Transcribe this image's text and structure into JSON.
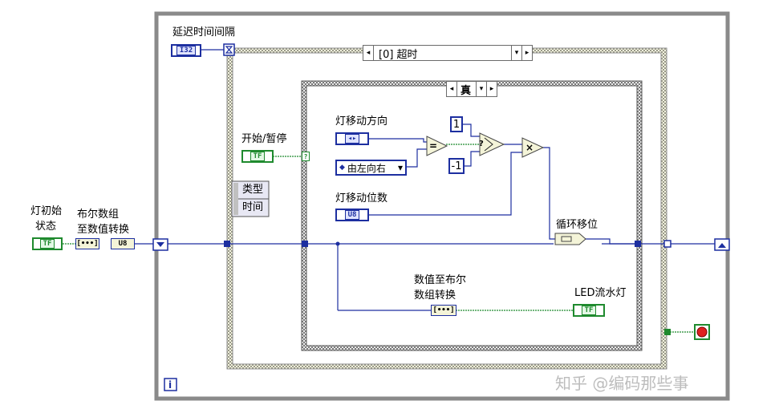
{
  "labels": {
    "delay_interval": "延迟时间间隔",
    "start_pause": "开始/暂停",
    "light_direction": "灯移动方向",
    "light_shift_count": "灯移动位数",
    "rotate_shift": "循环移位",
    "num_to_bool_line1": "数值至布尔",
    "num_to_bool_line2": "数组转换",
    "led": "LED流水灯",
    "init_state_line1": "灯初始",
    "init_state_line2": "状态",
    "bool_to_num_line1": "布尔数组",
    "bool_to_num_line2": "至数值转换",
    "event_type": "类型",
    "event_time": "时间"
  },
  "case_selectors": {
    "event_case": "[0] 超时",
    "bool_case": "真"
  },
  "controls": {
    "delay_terminal": "I32",
    "start_terminal": "TF",
    "direction_terminal": "◂▸",
    "direction_enum": "由左向右",
    "shift_terminal": "U8",
    "init_terminal": "TF",
    "led_terminal": "TF",
    "u8_convert": "U8"
  },
  "constants": {
    "one": "1",
    "minus_one": "-1"
  },
  "functions": {
    "equal_symbol": "=",
    "multiply_symbol": "×",
    "select_symbol": "?",
    "question_terminal": "?"
  },
  "icons": {
    "timeout": "hourglass-icon",
    "info": "i",
    "stop": "stop-button-icon"
  },
  "watermark": "知乎 @编码那些事",
  "colors": {
    "numeric_wire": "#1d2fa0",
    "bool_wire": "#1f8a2e",
    "frame": "#8a8a8a"
  }
}
